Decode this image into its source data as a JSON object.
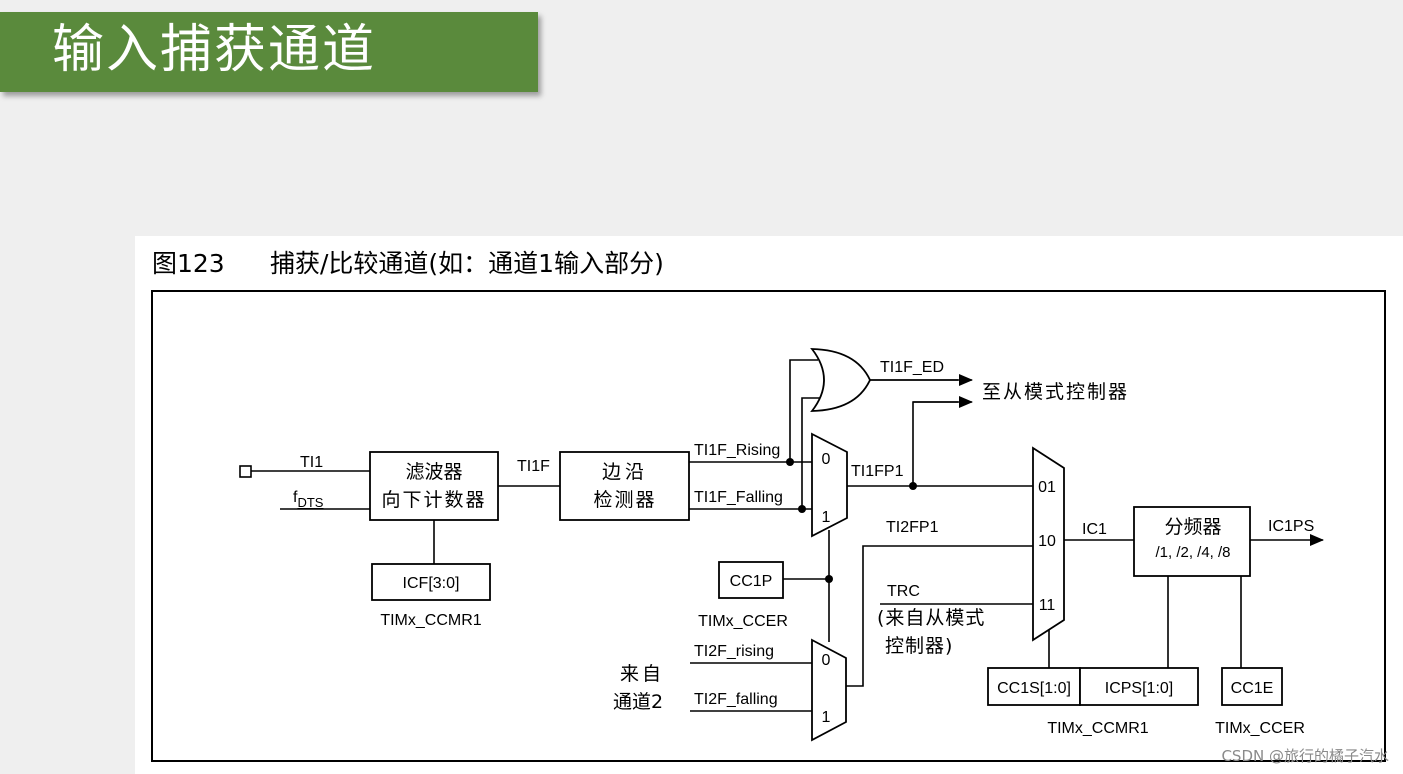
{
  "slide": {
    "title": "输入捕获通道",
    "accent_color": "#5a8a3c"
  },
  "figure": {
    "caption_number": "图123",
    "caption_text": "捕获/比较通道(如：通道1输入部分)"
  },
  "blocks": {
    "filter_line1": "滤波器",
    "filter_line2": "向下计数器",
    "edge_line1": "边沿",
    "edge_line2": "检测器",
    "prescaler_line1": "分频器",
    "prescaler_line2": "/1, /2, /4, /8"
  },
  "signals": {
    "ti1": "TI1",
    "fdts_base": "f",
    "fdts_sub": "DTS",
    "ti1f": "TI1F",
    "ti1f_rising": "TI1F_Rising",
    "ti1f_falling": "TI1F_Falling",
    "ti1f_ed": "TI1F_ED",
    "slave_mode_out": "至从模式控制器",
    "ti1fp1": "TI1FP1",
    "ti2fp1": "TI2FP1",
    "trc": "TRC",
    "trc_note_line1": "(来自从模式",
    "trc_note_line2": "控制器)",
    "from_ch2_line1": "来自",
    "from_ch2_line2": "通道2",
    "ti2f_rising": "TI2F_rising",
    "ti2f_falling": "TI2F_falling",
    "ic1": "IC1",
    "ic1ps": "IC1PS"
  },
  "mux": {
    "sel0": "0",
    "sel1": "1",
    "in01": "01",
    "in10": "10",
    "in11": "11"
  },
  "registers": {
    "icf": "ICF[3:0]",
    "icf_reg": "TIMx_CCMR1",
    "cc1p": "CC1P",
    "cc1p_reg": "TIMx_CCER",
    "cc1s": "CC1S[1:0]",
    "icps": "ICPS[1:0]",
    "ccmr1_reg": "TIMx_CCMR1",
    "cc1e": "CC1E",
    "ccer_reg": "TIMx_CCER"
  },
  "watermark": "CSDN @旅行的橘子汽水"
}
